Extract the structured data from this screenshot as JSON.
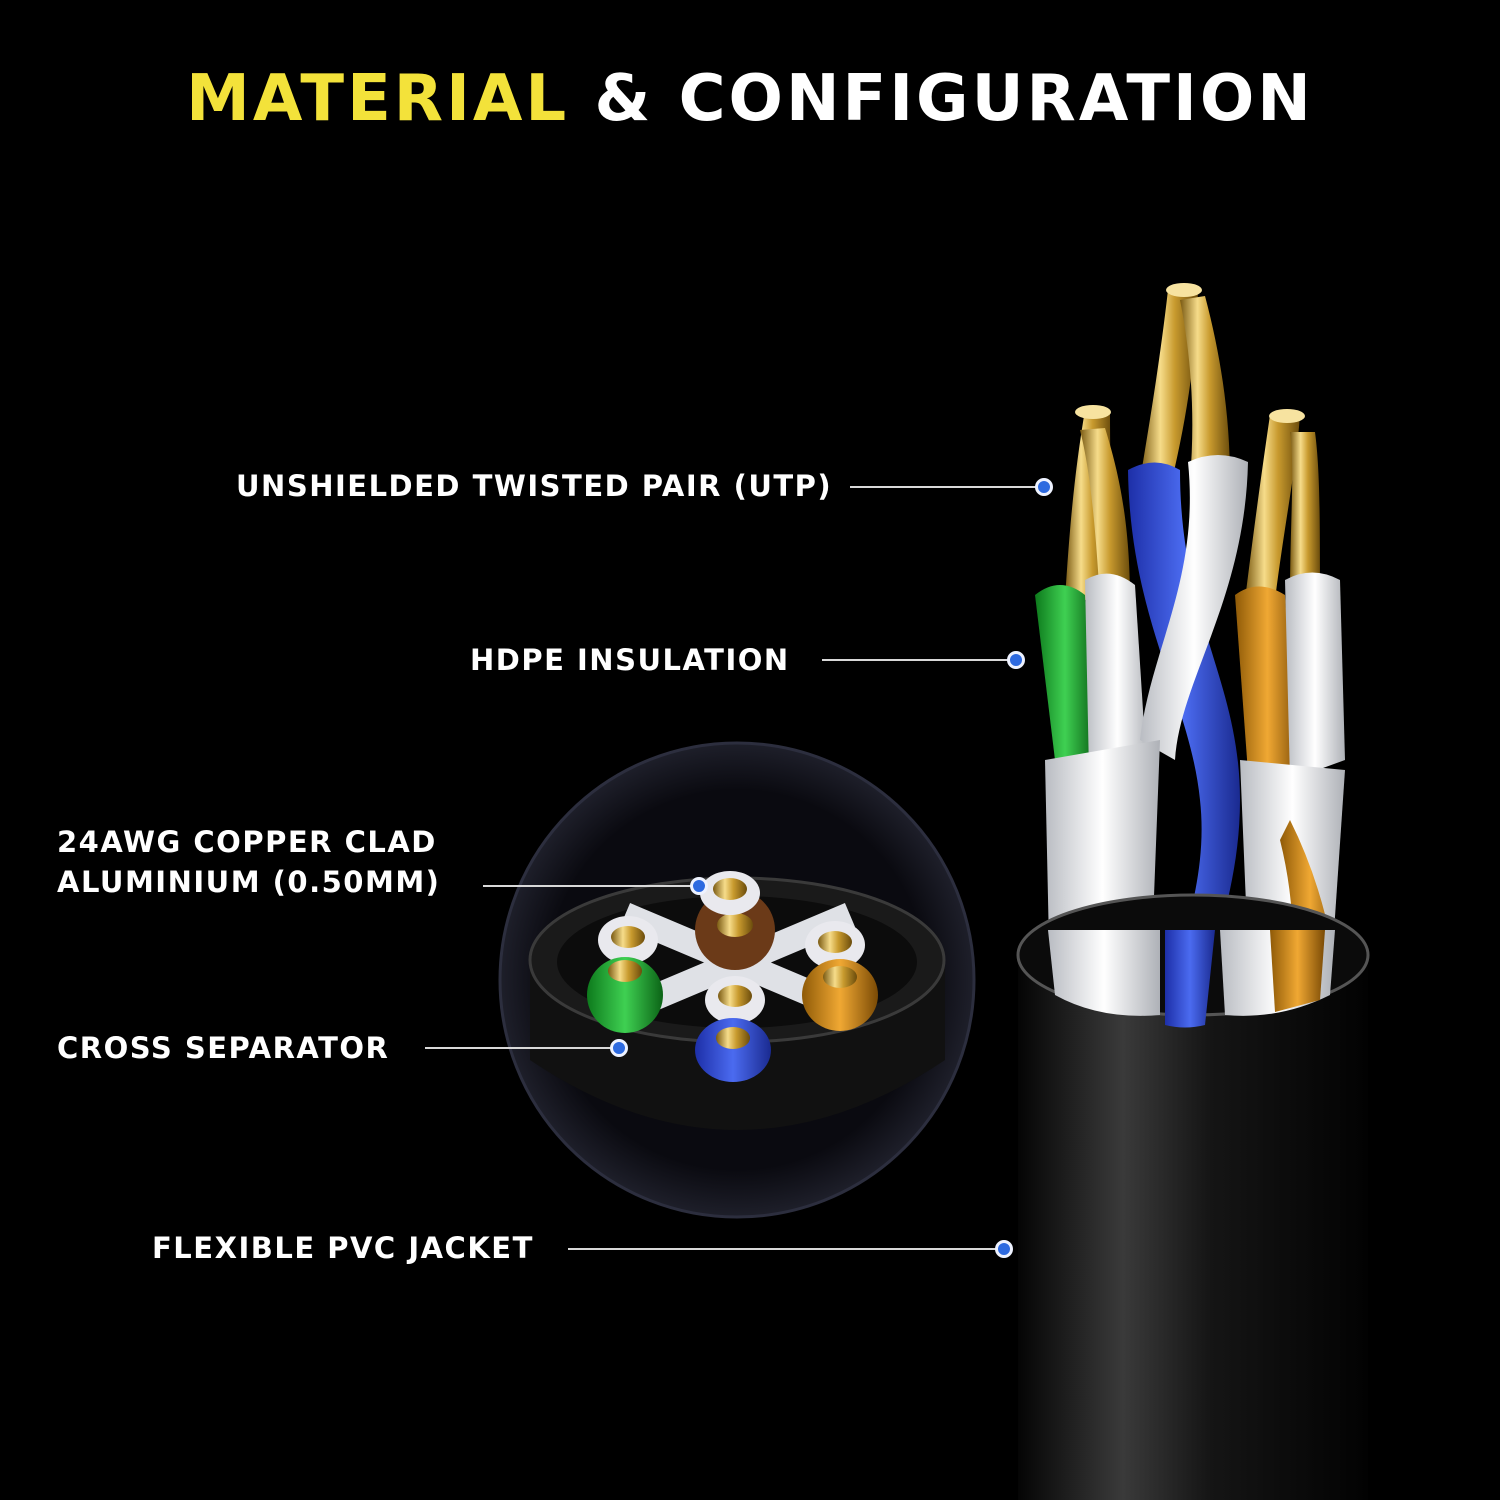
{
  "title": {
    "highlight": "MATERIAL",
    "rest": "& CONFIGURATION"
  },
  "colors": {
    "highlight": "#f3e23a",
    "background": "#000000",
    "callout_dot": "#2d6ae0"
  },
  "callouts": [
    {
      "text": "UNSHIELDED TWISTED PAIR (UTP)"
    },
    {
      "text": "HDPE INSULATION"
    },
    {
      "text": "24AWG COPPER CLAD",
      "text2": "ALUMINIUM (0.50MM)"
    },
    {
      "text": "CROSS SEPARATOR"
    },
    {
      "text": "FLEXIBLE PVC JACKET"
    }
  ]
}
